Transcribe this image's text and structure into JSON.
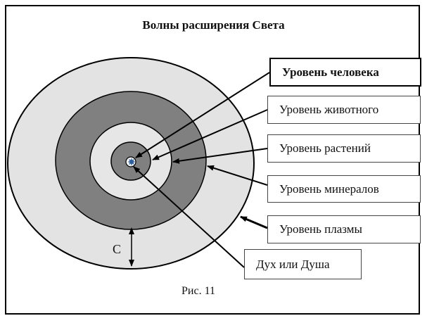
{
  "figure": {
    "title": "Волны расширения Света",
    "caption": "Рис. 11",
    "distance_label": "C"
  },
  "levels": [
    {
      "id": "human",
      "label": "Уровень человека",
      "emphasized": true
    },
    {
      "id": "animal",
      "label": "Уровень животного",
      "emphasized": false
    },
    {
      "id": "plant",
      "label": "Уровень растений",
      "emphasized": false
    },
    {
      "id": "mineral",
      "label": "Уровень минералов",
      "emphasized": false
    },
    {
      "id": "plasma",
      "label": "Уровень плазмы",
      "emphasized": false
    },
    {
      "id": "spirit",
      "label": "Дух или Душа",
      "emphasized": false
    }
  ],
  "colors": {
    "light_ring": "#e3e3e3",
    "dark_ring": "#808080",
    "white_ring": "#e6e6e6",
    "core": "#2f5f9a",
    "stroke": "#000000"
  }
}
